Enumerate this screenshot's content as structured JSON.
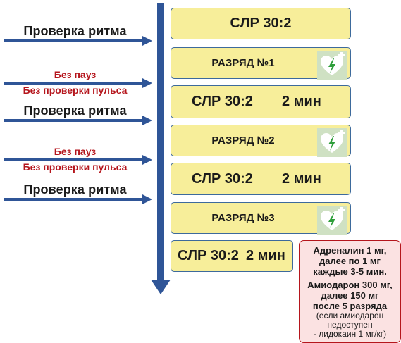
{
  "left_labels": {
    "rhythm_check_1": "Проверка ритма",
    "no_pauses_1": "Без пауз",
    "no_pulse_check_1": "Без проверки пульса",
    "rhythm_check_2": "Проверка ритма",
    "no_pauses_2": "Без пауз",
    "no_pulse_check_2": "Без проверки пульса",
    "rhythm_check_3": "Проверка ритма"
  },
  "steps": {
    "cpr_1": "СЛР 30:2",
    "shock_1": "РАЗРЯД №1",
    "cpr_2": "СЛР 30:2",
    "cpr_2_duration": "2 мин",
    "shock_2": "РАЗРЯД №2",
    "cpr_3": "СЛР 30:2",
    "cpr_3_duration": "2 мин",
    "shock_3": "РАЗРЯД №3",
    "cpr_4": "СЛР 30:2",
    "cpr_4_duration": "2 мин"
  },
  "drugs": {
    "adrenaline_1": "Адреналин 1 мг,",
    "adrenaline_2": "далее по 1 мг",
    "adrenaline_3": "каждые 3-5 мин.",
    "amiodarone_1": "Амиодарон 300 мг,",
    "amiodarone_2": "далее 150 мг",
    "amiodarone_3": "после 5 разряда",
    "alt_1": "(если амиодарон",
    "alt_2": "недоступен",
    "alt_3": "- лидокаин 1 мг/кг)"
  },
  "colors": {
    "arrow_blue": "#2f5597",
    "box_fill": "#f7ee9a",
    "box_border": "#3d6a9c",
    "warning_red": "#b5151c",
    "drug_fill": "#fbe2e2",
    "icon_bg": "#cfe1c3",
    "icon_heart": "#ffffff",
    "icon_bolt": "#2e9e3a"
  }
}
